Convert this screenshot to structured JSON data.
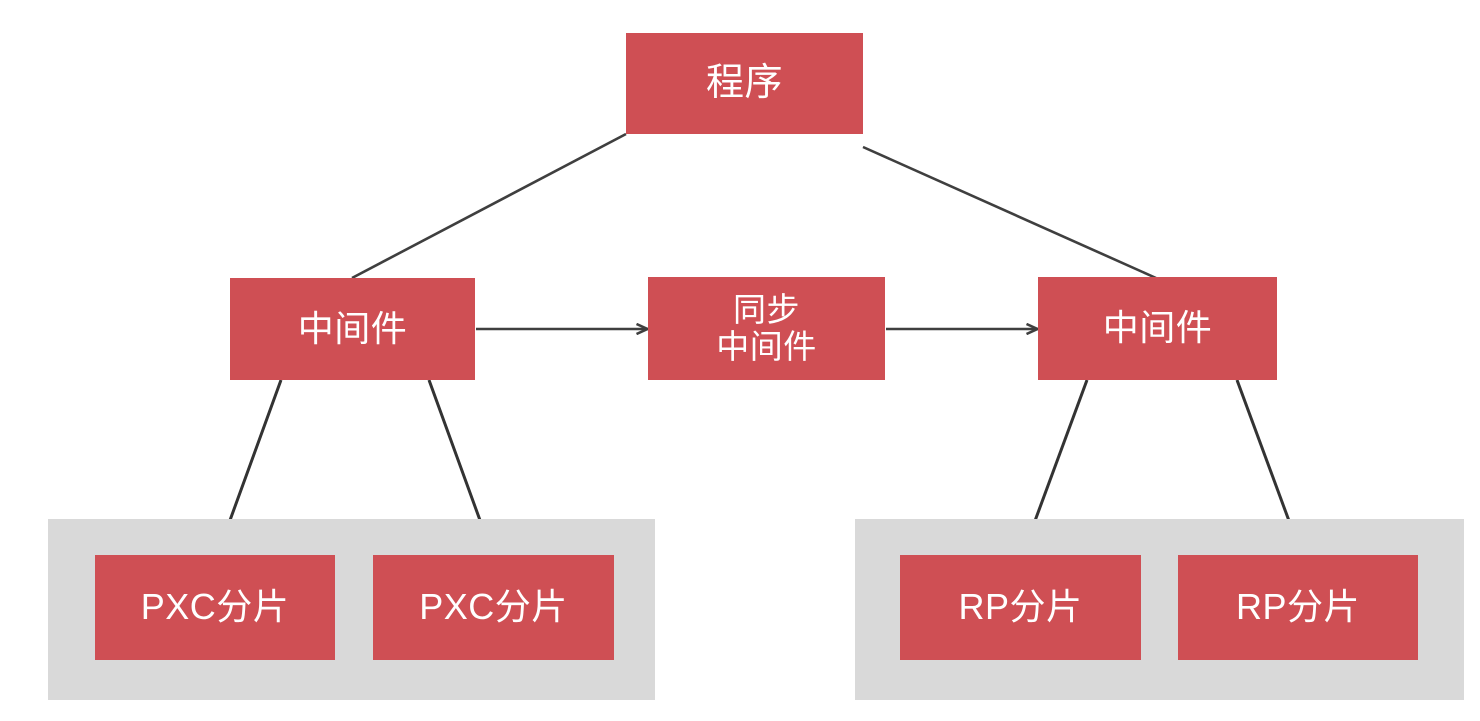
{
  "diagram": {
    "title": "",
    "colors": {
      "node_fill": "#cf4f54",
      "node_text": "#ffffff",
      "group_fill": "#d9d9d9",
      "edge_stroke": "#3f3f3f",
      "background": "#ffffff"
    },
    "nodes": {
      "program": {
        "label": "程序"
      },
      "middleware_left": {
        "label": "中间件"
      },
      "middleware_sync": {
        "label": "同步\n中间件"
      },
      "middleware_right": {
        "label": "中间件"
      },
      "pxc_shard_1": {
        "label": "PXC分片"
      },
      "pxc_shard_2": {
        "label": "PXC分片"
      },
      "rp_shard_1": {
        "label": "RP分片"
      },
      "rp_shard_2": {
        "label": "RP分片"
      }
    },
    "groups": {
      "left_cluster": {
        "label": ""
      },
      "right_cluster": {
        "label": ""
      }
    },
    "edges": [
      {
        "name": "program-to-middleware-left",
        "from": "program",
        "to": "middleware_left",
        "arrow": false
      },
      {
        "name": "program-to-middleware-right",
        "from": "program",
        "to": "middleware_right",
        "arrow": false
      },
      {
        "name": "middleware-left-to-sync",
        "from": "middleware_left",
        "to": "middleware_sync",
        "arrow": true
      },
      {
        "name": "sync-to-middleware-right",
        "from": "middleware_sync",
        "to": "middleware_right",
        "arrow": true
      },
      {
        "name": "middleware-left-to-pxc-1",
        "from": "middleware_left",
        "to": "pxc_shard_1",
        "arrow": false
      },
      {
        "name": "middleware-left-to-pxc-2",
        "from": "middleware_left",
        "to": "pxc_shard_2",
        "arrow": false
      },
      {
        "name": "middleware-right-to-rp-1",
        "from": "middleware_right",
        "to": "rp_shard_1",
        "arrow": false
      },
      {
        "name": "middleware-right-to-rp-2",
        "from": "middleware_right",
        "to": "rp_shard_2",
        "arrow": false
      }
    ]
  }
}
